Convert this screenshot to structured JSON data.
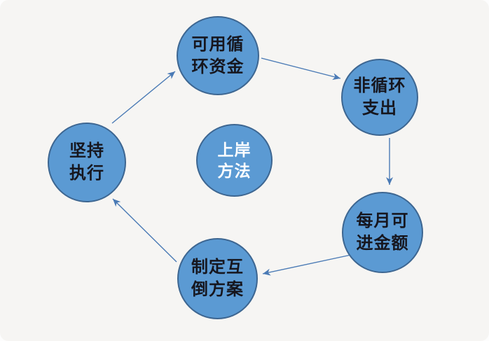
{
  "diagram": {
    "center_node": {
      "id": "shore-method",
      "label": "上岸\n方法"
    },
    "nodes": [
      {
        "id": "available-revolving-funds",
        "label": "可用循\n环资金"
      },
      {
        "id": "non-revolving-expenses",
        "label": "非循环\n支出"
      },
      {
        "id": "monthly-incoming-amount",
        "label": "每月可\n进金额"
      },
      {
        "id": "mutual-rotation-plan",
        "label": "制定互\n倒方案"
      },
      {
        "id": "persist-execution",
        "label": "坚持\n执行"
      }
    ],
    "flow": [
      {
        "from": "可用循环资金",
        "to": "非循环支出"
      },
      {
        "from": "非循环支出",
        "to": "每月可进金额"
      },
      {
        "from": "每月可进金额",
        "to": "制定互倒方案"
      },
      {
        "from": "制定互倒方案",
        "to": "坚持执行"
      },
      {
        "from": "坚持执行",
        "to": "可用循环资金"
      }
    ],
    "colors": {
      "node_fill": "#5b9ad3",
      "node_border": "#3d6691",
      "node_text": "#16161e",
      "center_node_text": "#ffffff",
      "arrow": "#4a7ab5",
      "background": "#f6f5f3"
    }
  }
}
